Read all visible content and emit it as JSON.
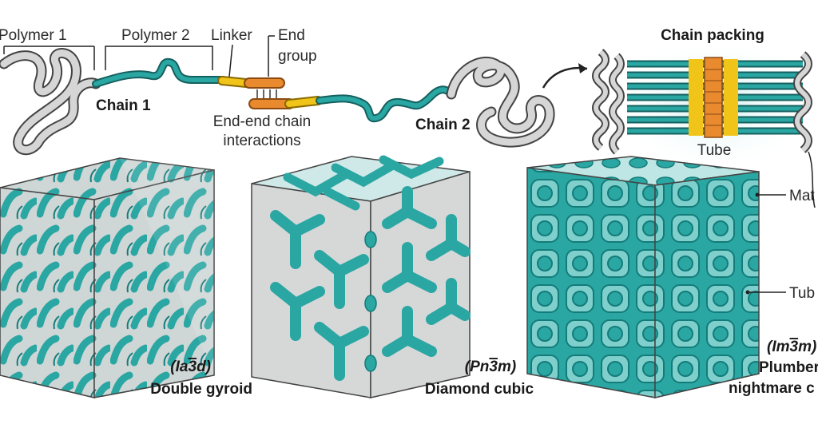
{
  "labels": {
    "polymer1": "Polymer 1",
    "polymer2": "Polymer 2",
    "linker": "Linker",
    "end_group_line1": "End",
    "end_group_line2": "group",
    "chain1": "Chain 1",
    "chain2": "Chain 2",
    "end_end_line1": "End-end chain",
    "end_end_line2": "interactions",
    "chain_packing": "Chain packing",
    "tube": "Tube",
    "matrix_cut": "Mat",
    "tube_cut": "Tub"
  },
  "structures": [
    {
      "symmetry_a": "(Ia",
      "symmetry_b": "3",
      "symmetry_c": "d)",
      "name": "Double gyroid"
    },
    {
      "symmetry_a": "(Pn",
      "symmetry_b": "3",
      "symmetry_c": "m)",
      "name": "Diamond cubic"
    },
    {
      "symmetry_a": "(Im",
      "symmetry_b": "3",
      "symmetry_c": "m)",
      "name_line1": "Plumber’",
      "name_line2": "nightmare c"
    }
  ],
  "colors": {
    "teal": "#2aa6a3",
    "teal_dark": "#137c79",
    "grey_polymer": "#cfcfcf",
    "linker_yellow": "#f0c419",
    "end_group_orange": "#e98a2f",
    "cube_grey": "#d6d8d8",
    "glow": "#cdeef0"
  }
}
